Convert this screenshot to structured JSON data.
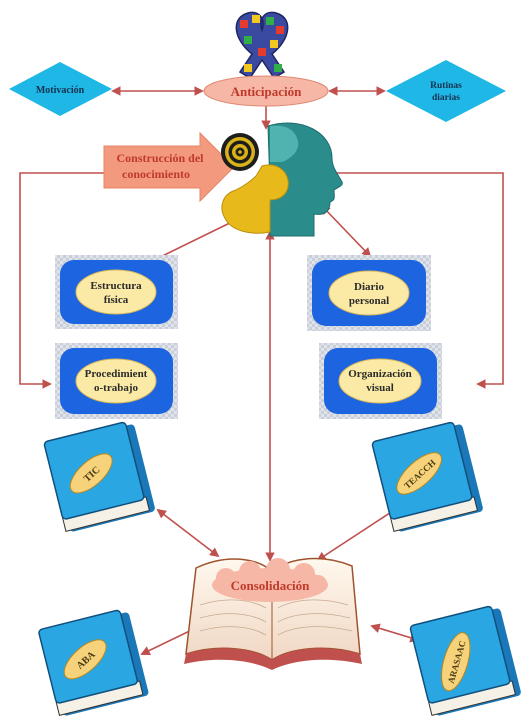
{
  "colors": {
    "arrow": "#c0504d",
    "diamond": "#1fb7e6",
    "oval_fill": "#f6b7a6",
    "oval_text": "#c0392b",
    "puzzle_blue": "#1c64e0",
    "cloud_fill": "#fbeaa6",
    "book_blue": "#2aa7e3",
    "book_badge": "#f6d27a",
    "big_arrow": "#f39a7e",
    "big_arrow_text": "#c0392b",
    "head_teal": "#2a8d8c",
    "head_yellow": "#e7b91a"
  },
  "icons": [
    "awareness-ribbon-icon",
    "target-icon",
    "head-puzzle-icon",
    "open-book-icon"
  ],
  "nodes": {
    "center_top": "Anticipación",
    "left_diamond": "Motivación",
    "right_diamond_line1": "Rutinas",
    "right_diamond_line2": "diarias",
    "construction_line1": "Construcción del",
    "construction_line2": "conocimiento",
    "estructura_line1": "Estructura",
    "estructura_line2": "física",
    "procedimiento_line1": "Procedimient",
    "procedimiento_line2": "o-trabajo",
    "diario_line1": "Diario",
    "diario_line2": "personal",
    "organizacion_line1": "Organización",
    "organizacion_line2": "visual",
    "consolidacion": "Consolidación"
  },
  "books": {
    "tic": "TIC",
    "teacch": "TEACCH",
    "aba": "ABA",
    "arasaac": "ARASAAC"
  }
}
